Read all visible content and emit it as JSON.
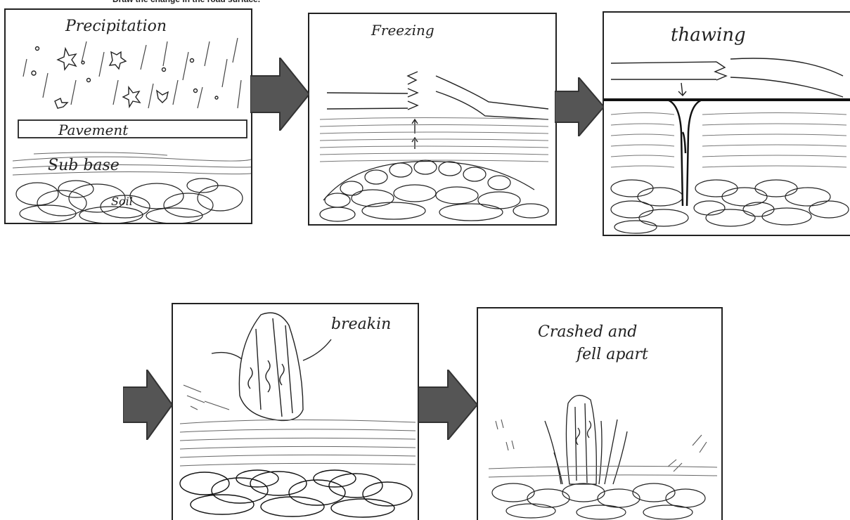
{
  "header_text": "Draw the change in the road surface.",
  "panels": [
    {
      "step": 1,
      "title": "Precipitation",
      "labels": {
        "pavement": "Pavement",
        "subbase": "Sub base",
        "soil": "Soil"
      }
    },
    {
      "step": 2,
      "title": "Freezing"
    },
    {
      "step": 3,
      "title": "thawing"
    },
    {
      "step": 4,
      "title": "breakin"
    },
    {
      "step": 5,
      "title_line1": "Crashed and",
      "title_line2": "fell apart"
    }
  ],
  "colors": {
    "ink": "#222222",
    "arrow_fill": "#555555",
    "arrow_stroke": "#333333",
    "background": "#ffffff"
  },
  "icons": [
    "right-arrow-icon"
  ]
}
